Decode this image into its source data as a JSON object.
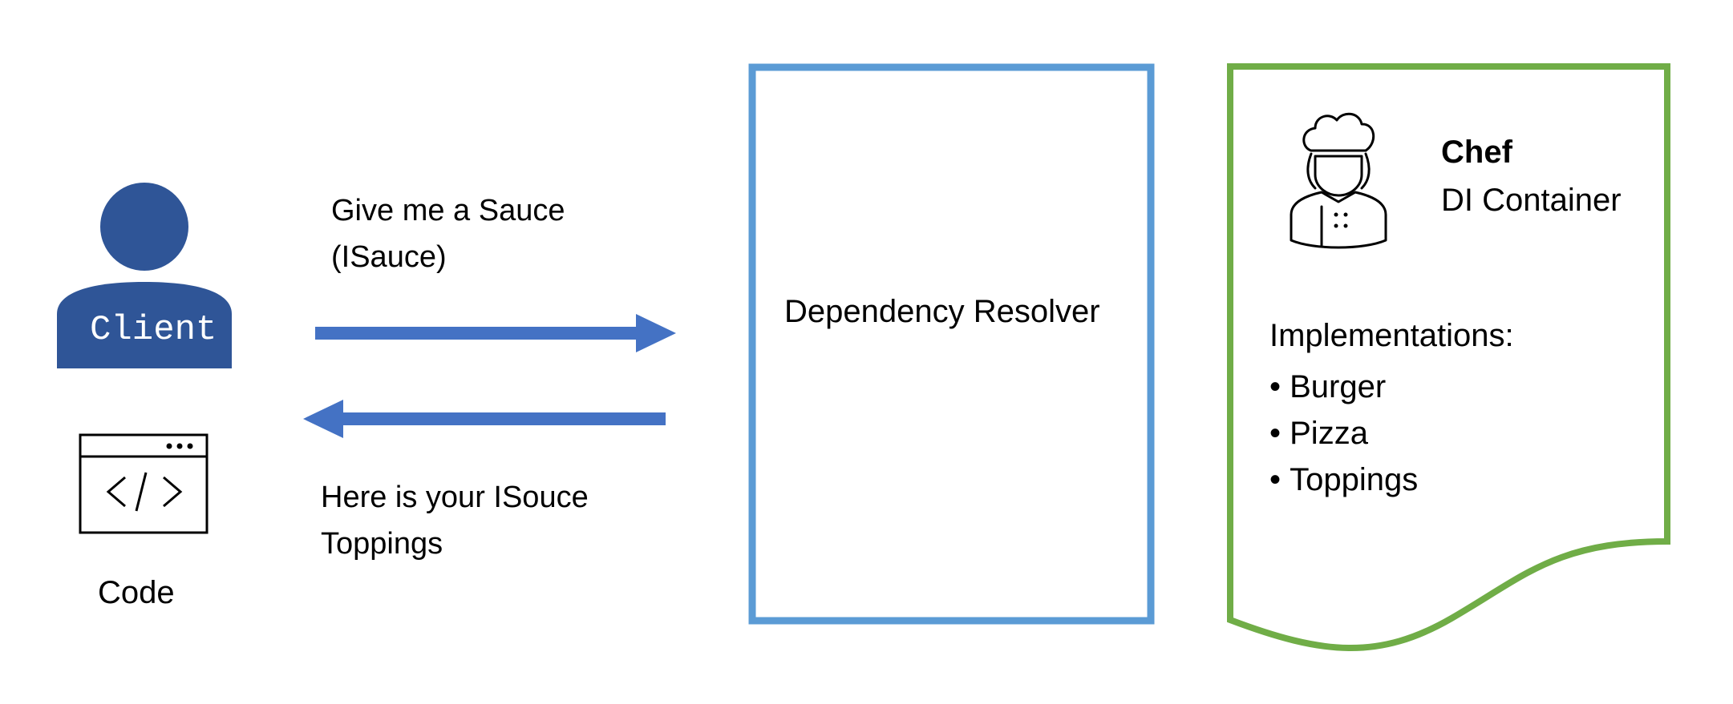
{
  "client": {
    "label": "Client",
    "color": "#2F5597",
    "label_color": "#FFFFFF"
  },
  "code": {
    "label": "Code",
    "icon": "code-window-icon"
  },
  "request": {
    "line1": "Give me a Sauce",
    "line2": "(ISauce)"
  },
  "response": {
    "line1": "Here is your ISouce",
    "line2": "Toppings"
  },
  "arrow_color": "#4472C4",
  "resolver": {
    "label": "Dependency Resolver",
    "border_color": "#5B9BD5"
  },
  "container": {
    "title": "Chef",
    "subtitle": "DI Container",
    "icon": "chef-icon",
    "border_color": "#70AD47",
    "implementations_heading": "Implementations:",
    "implementations": [
      "Burger",
      "Pizza",
      "Toppings"
    ]
  }
}
